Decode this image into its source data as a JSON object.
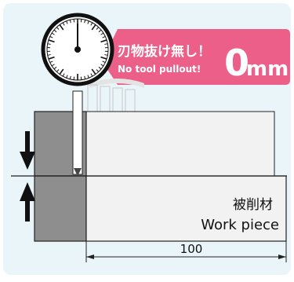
{
  "callout": {
    "title_jp": "刃物抜け無し！",
    "title_en": "No tool pullout!",
    "value": "0",
    "unit": "mm"
  },
  "workpiece": {
    "label_jp": "被削材",
    "label_en": "Work piece"
  },
  "dimension": {
    "value": "100"
  },
  "colors": {
    "background": "#e9f5f9",
    "callout": "#ec5f88",
    "block_dark": "#8e8e8e",
    "block_light": "#f2f2f2",
    "stroke": "#222222"
  }
}
